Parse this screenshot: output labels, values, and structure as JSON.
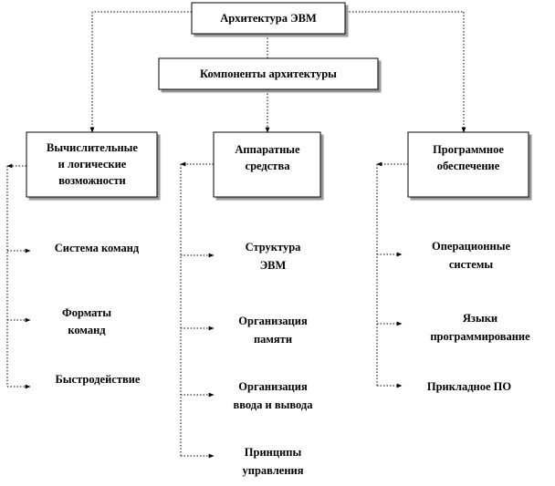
{
  "root": {
    "label": "Архитектура ЭВМ"
  },
  "subtitle": {
    "label": "Компоненты архитектуры"
  },
  "branches": [
    {
      "lines": [
        "Вычислительные",
        "и логические",
        "возможности"
      ],
      "items": [
        [
          "Система команд"
        ],
        [
          "Форматы",
          "команд"
        ],
        [
          "Быстродействие"
        ]
      ]
    },
    {
      "lines": [
        "Аппаратные",
        "средства"
      ],
      "items": [
        [
          "Структура",
          "ЭВМ"
        ],
        [
          "Организация",
          "памяти"
        ],
        [
          "Организация",
          "ввода и вывода"
        ],
        [
          "Принципы",
          "управления"
        ]
      ]
    },
    {
      "lines": [
        "Программное",
        "обеспечение"
      ],
      "items": [
        [
          "Операционные",
          "системы"
        ],
        [
          "Языки",
          "программирование"
        ],
        [
          "Прикладное ПО"
        ]
      ]
    }
  ]
}
